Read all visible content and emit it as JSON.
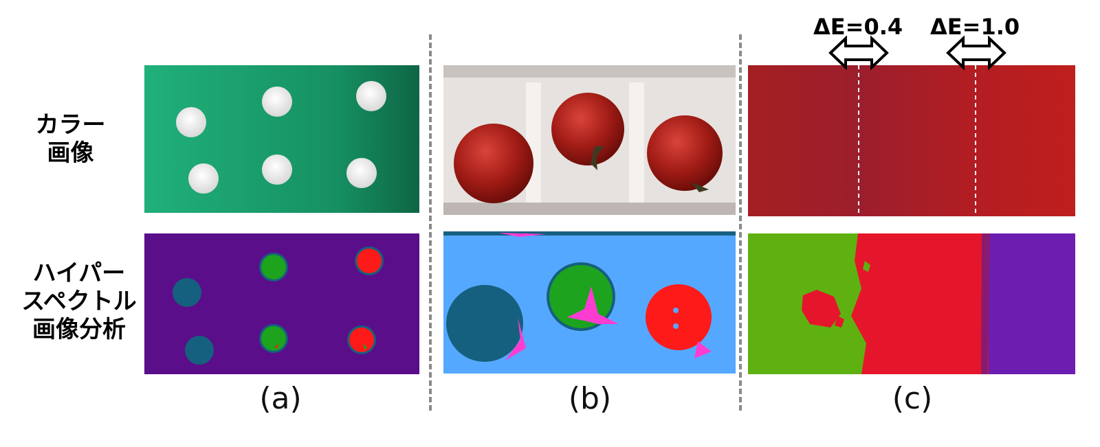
{
  "row_labels": {
    "top": [
      "カラー",
      "画像"
    ],
    "bottom": [
      "ハイパー",
      "スペクトル",
      "画像分析"
    ]
  },
  "captions": [
    "(a)",
    "(b)",
    "(c)"
  ],
  "delta_labels": [
    "ΔE=0.4",
    "ΔE=1.0"
  ],
  "colors": {
    "felt_green": "#1fa86f",
    "tray_white": "#e6e2df",
    "tomato_red": "#a8201a",
    "red_patch": "#b01e22",
    "cls_purple": "#5a0e8a",
    "cls_blue": "#55a8ff",
    "cls_teal": "#15607e",
    "cls_green": "#1ea31e",
    "cls_red": "#ff1a1a",
    "cls_magenta": "#ff3cd2",
    "cls_lime": "#5fb111",
    "cls_crimson": "#e5162b",
    "cls_violet": "#6c1eb0"
  }
}
